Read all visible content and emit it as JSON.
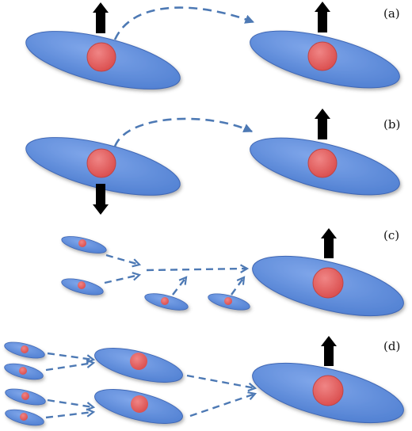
{
  "panels": [
    {
      "id": "a",
      "label": "(a)"
    },
    {
      "id": "b",
      "label": "(b)"
    },
    {
      "id": "c",
      "label": "(c)"
    },
    {
      "id": "d",
      "label": "(d)"
    }
  ],
  "colors": {
    "ellipse_fill": "#5b86d6",
    "ellipse_stroke": "#3f67b5",
    "core_fill": "#e0595a",
    "core_stroke": "#c04444",
    "dashed_arrow": "#4d79b4",
    "spin_arrow": "#000000"
  }
}
